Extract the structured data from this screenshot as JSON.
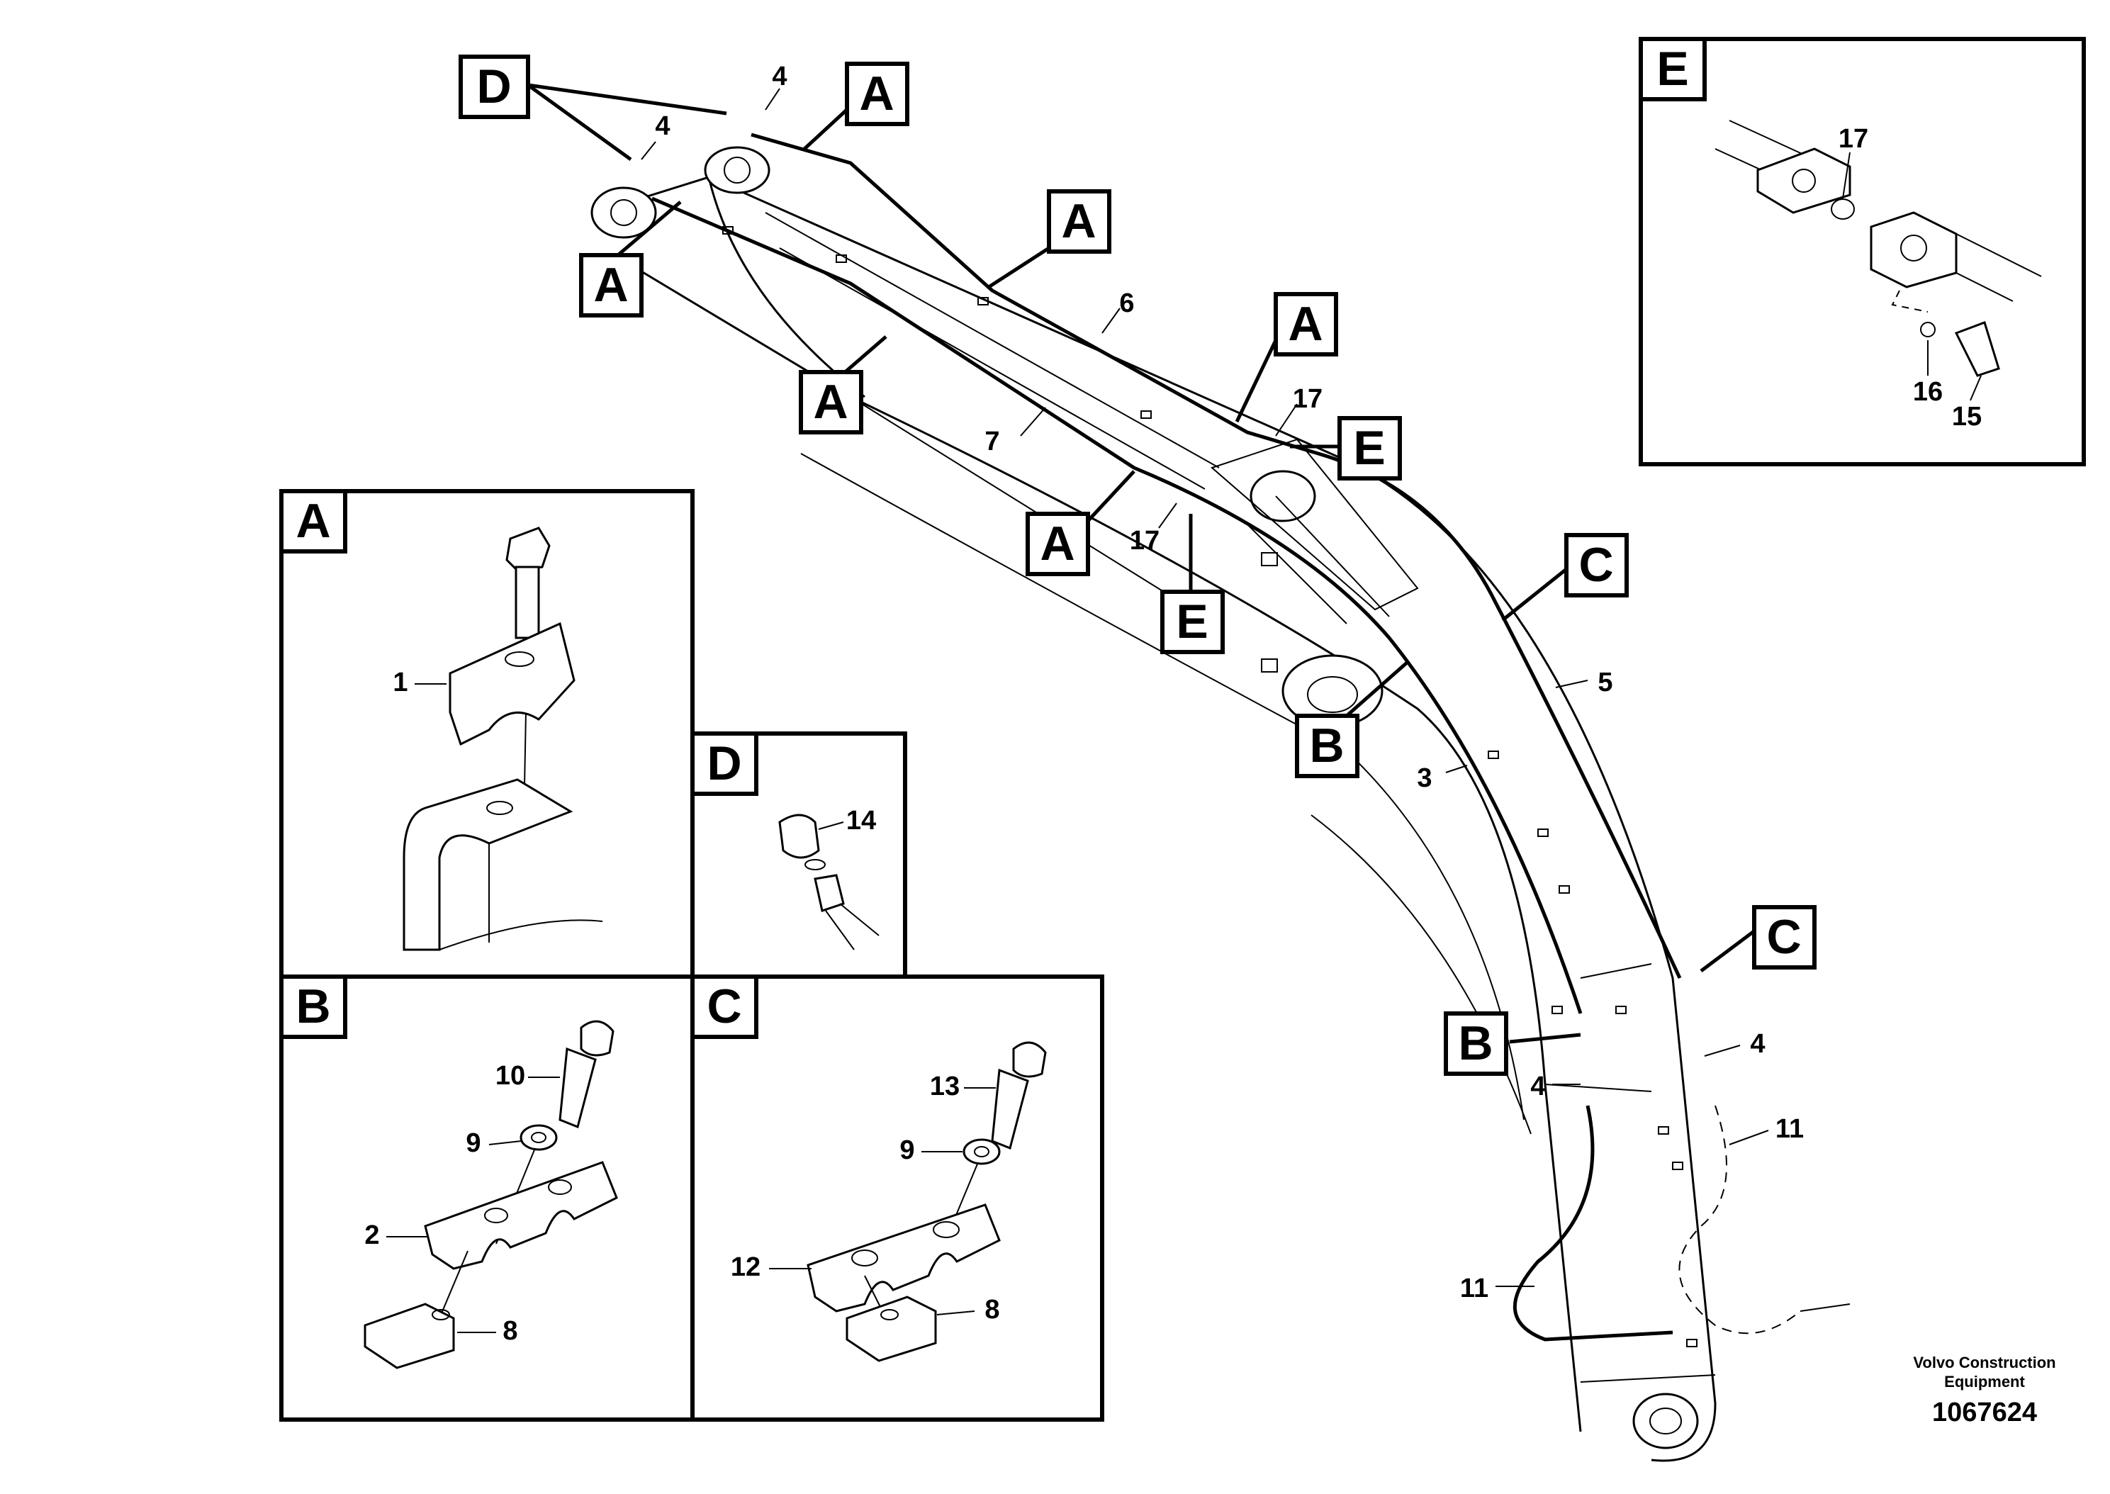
{
  "diagram": {
    "callout_letters": {
      "a": "A",
      "b": "B",
      "c": "C",
      "d": "D",
      "e": "E"
    },
    "part_numbers": {
      "p1": "1",
      "p2": "2",
      "p3": "3",
      "p4": "4",
      "p5": "5",
      "p6": "6",
      "p7": "7",
      "p8": "8",
      "p9": "9",
      "p10": "10",
      "p11": "11",
      "p12": "12",
      "p13": "13",
      "p14": "14",
      "p15": "15",
      "p16": "16",
      "p17": "17"
    }
  },
  "footer": {
    "brand_line1": "Volvo Construction",
    "brand_line2": "Equipment",
    "drawing_code": "1067624"
  }
}
